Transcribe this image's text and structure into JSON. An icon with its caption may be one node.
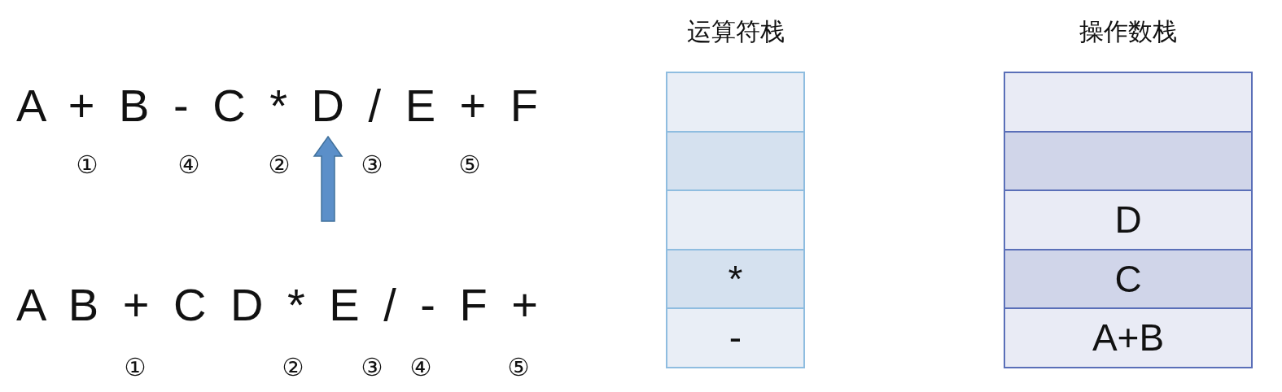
{
  "diagram": {
    "nodes": [
      {
        "text": [
          "运算符栈"
        ]
      },
      {
        "text": [],
        "shape": "box",
        "in": 0
      },
      {
        "text": [],
        "shape": "box",
        "in": 0
      },
      {
        "text": [],
        "shape": "box",
        "in": 0
      },
      {
        "text": [
          "*"
        ],
        "in": 0
      },
      {
        "text": [
          "-"
        ],
        "in": 0
      },
      {
        "text": [
          "操作数栈"
        ]
      },
      {
        "text": [],
        "shape": "box",
        "in": 6
      },
      {
        "text": [],
        "shape": "box",
        "in": 6
      },
      {
        "text": [
          "D"
        ],
        "in": 6
      },
      {
        "text": [
          "C"
        ],
        "in": 6
      },
      {
        "text": [
          "A+B"
        ],
        "in": 6
      }
    ],
    "edges": [],
    "labels": [
      "A + B - C * D / E + F",
      "①",
      "④",
      "②",
      "③",
      "⑤",
      "A B + C D * E / - F +",
      "①",
      "②",
      "③",
      "④",
      "⑤"
    ]
  }
}
